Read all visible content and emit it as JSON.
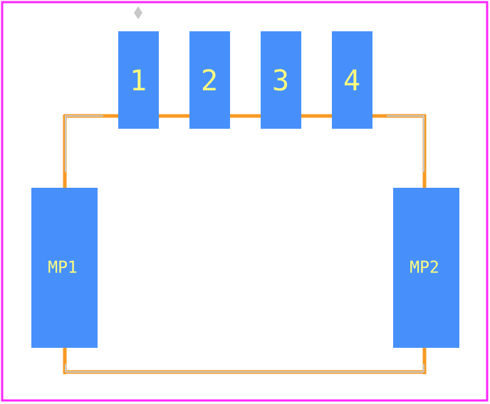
{
  "footprint": {
    "pads": [
      {
        "label": "1"
      },
      {
        "label": "2"
      },
      {
        "label": "3"
      },
      {
        "label": "4"
      }
    ],
    "mounting_pads": [
      {
        "label": "MP1"
      },
      {
        "label": "MP2"
      }
    ]
  },
  "colors": {
    "courtyard": "#ff26ff",
    "pad_fill": "#4790fb",
    "pad_text": "#fefe7f",
    "silkscreen": "#f79a23",
    "assembly": "#c8c8c8",
    "background": "#ffffff"
  }
}
